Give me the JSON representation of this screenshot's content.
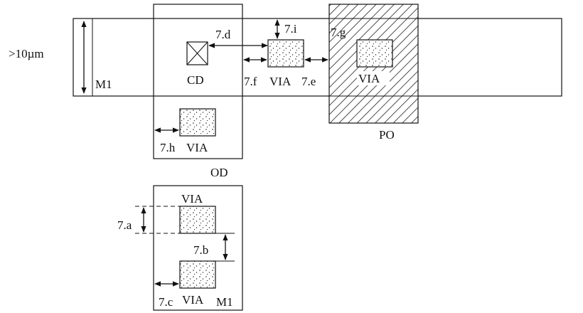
{
  "labels": {
    "height_rule": ">10µm",
    "m1_top": "M1",
    "cd": "CD",
    "rule_7d": "7.d",
    "rule_7i": "7.i",
    "rule_7g": "7.g",
    "rule_7f": "7.f",
    "via_middle": "VIA",
    "rule_7e": "7.e",
    "via_poly": "VIA",
    "po": "PO",
    "rule_7h": "7.h",
    "via_od": "VIA",
    "od": "OD",
    "via_top_pair": "VIA",
    "rule_7a": "7.a",
    "rule_7b": "7.b",
    "rule_7c": "7.c",
    "via_bottom_pair": "VIA",
    "m1_bottom": "M1"
  }
}
